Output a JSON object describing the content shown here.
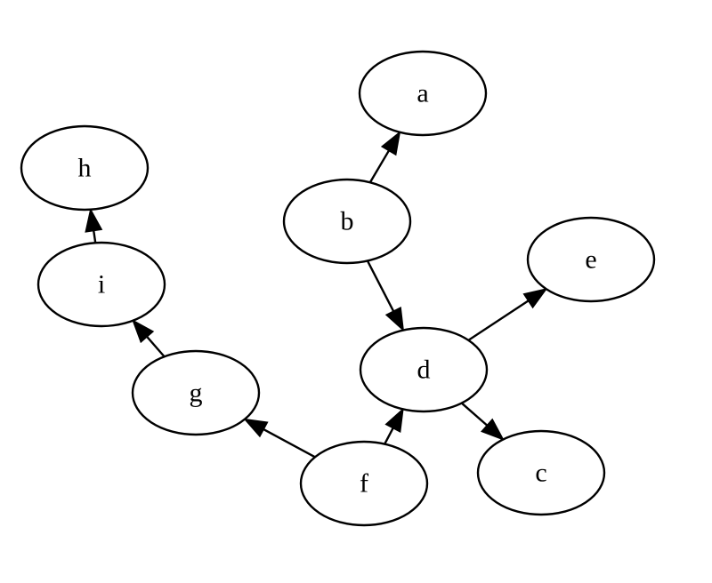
{
  "graph": {
    "type": "directed",
    "nodes": [
      {
        "id": "a",
        "label": "a"
      },
      {
        "id": "b",
        "label": "b"
      },
      {
        "id": "c",
        "label": "c"
      },
      {
        "id": "d",
        "label": "d"
      },
      {
        "id": "e",
        "label": "e"
      },
      {
        "id": "f",
        "label": "f"
      },
      {
        "id": "g",
        "label": "g"
      },
      {
        "id": "h",
        "label": "h"
      },
      {
        "id": "i",
        "label": "i"
      }
    ],
    "edges": [
      {
        "from": "b",
        "to": "a"
      },
      {
        "from": "b",
        "to": "d"
      },
      {
        "from": "d",
        "to": "e"
      },
      {
        "from": "d",
        "to": "c"
      },
      {
        "from": "f",
        "to": "d"
      },
      {
        "from": "f",
        "to": "g"
      },
      {
        "from": "g",
        "to": "i"
      },
      {
        "from": "i",
        "to": "h"
      }
    ]
  },
  "colors": {
    "stroke": "#000000",
    "fill": "#ffffff",
    "background": "#ffffff"
  }
}
